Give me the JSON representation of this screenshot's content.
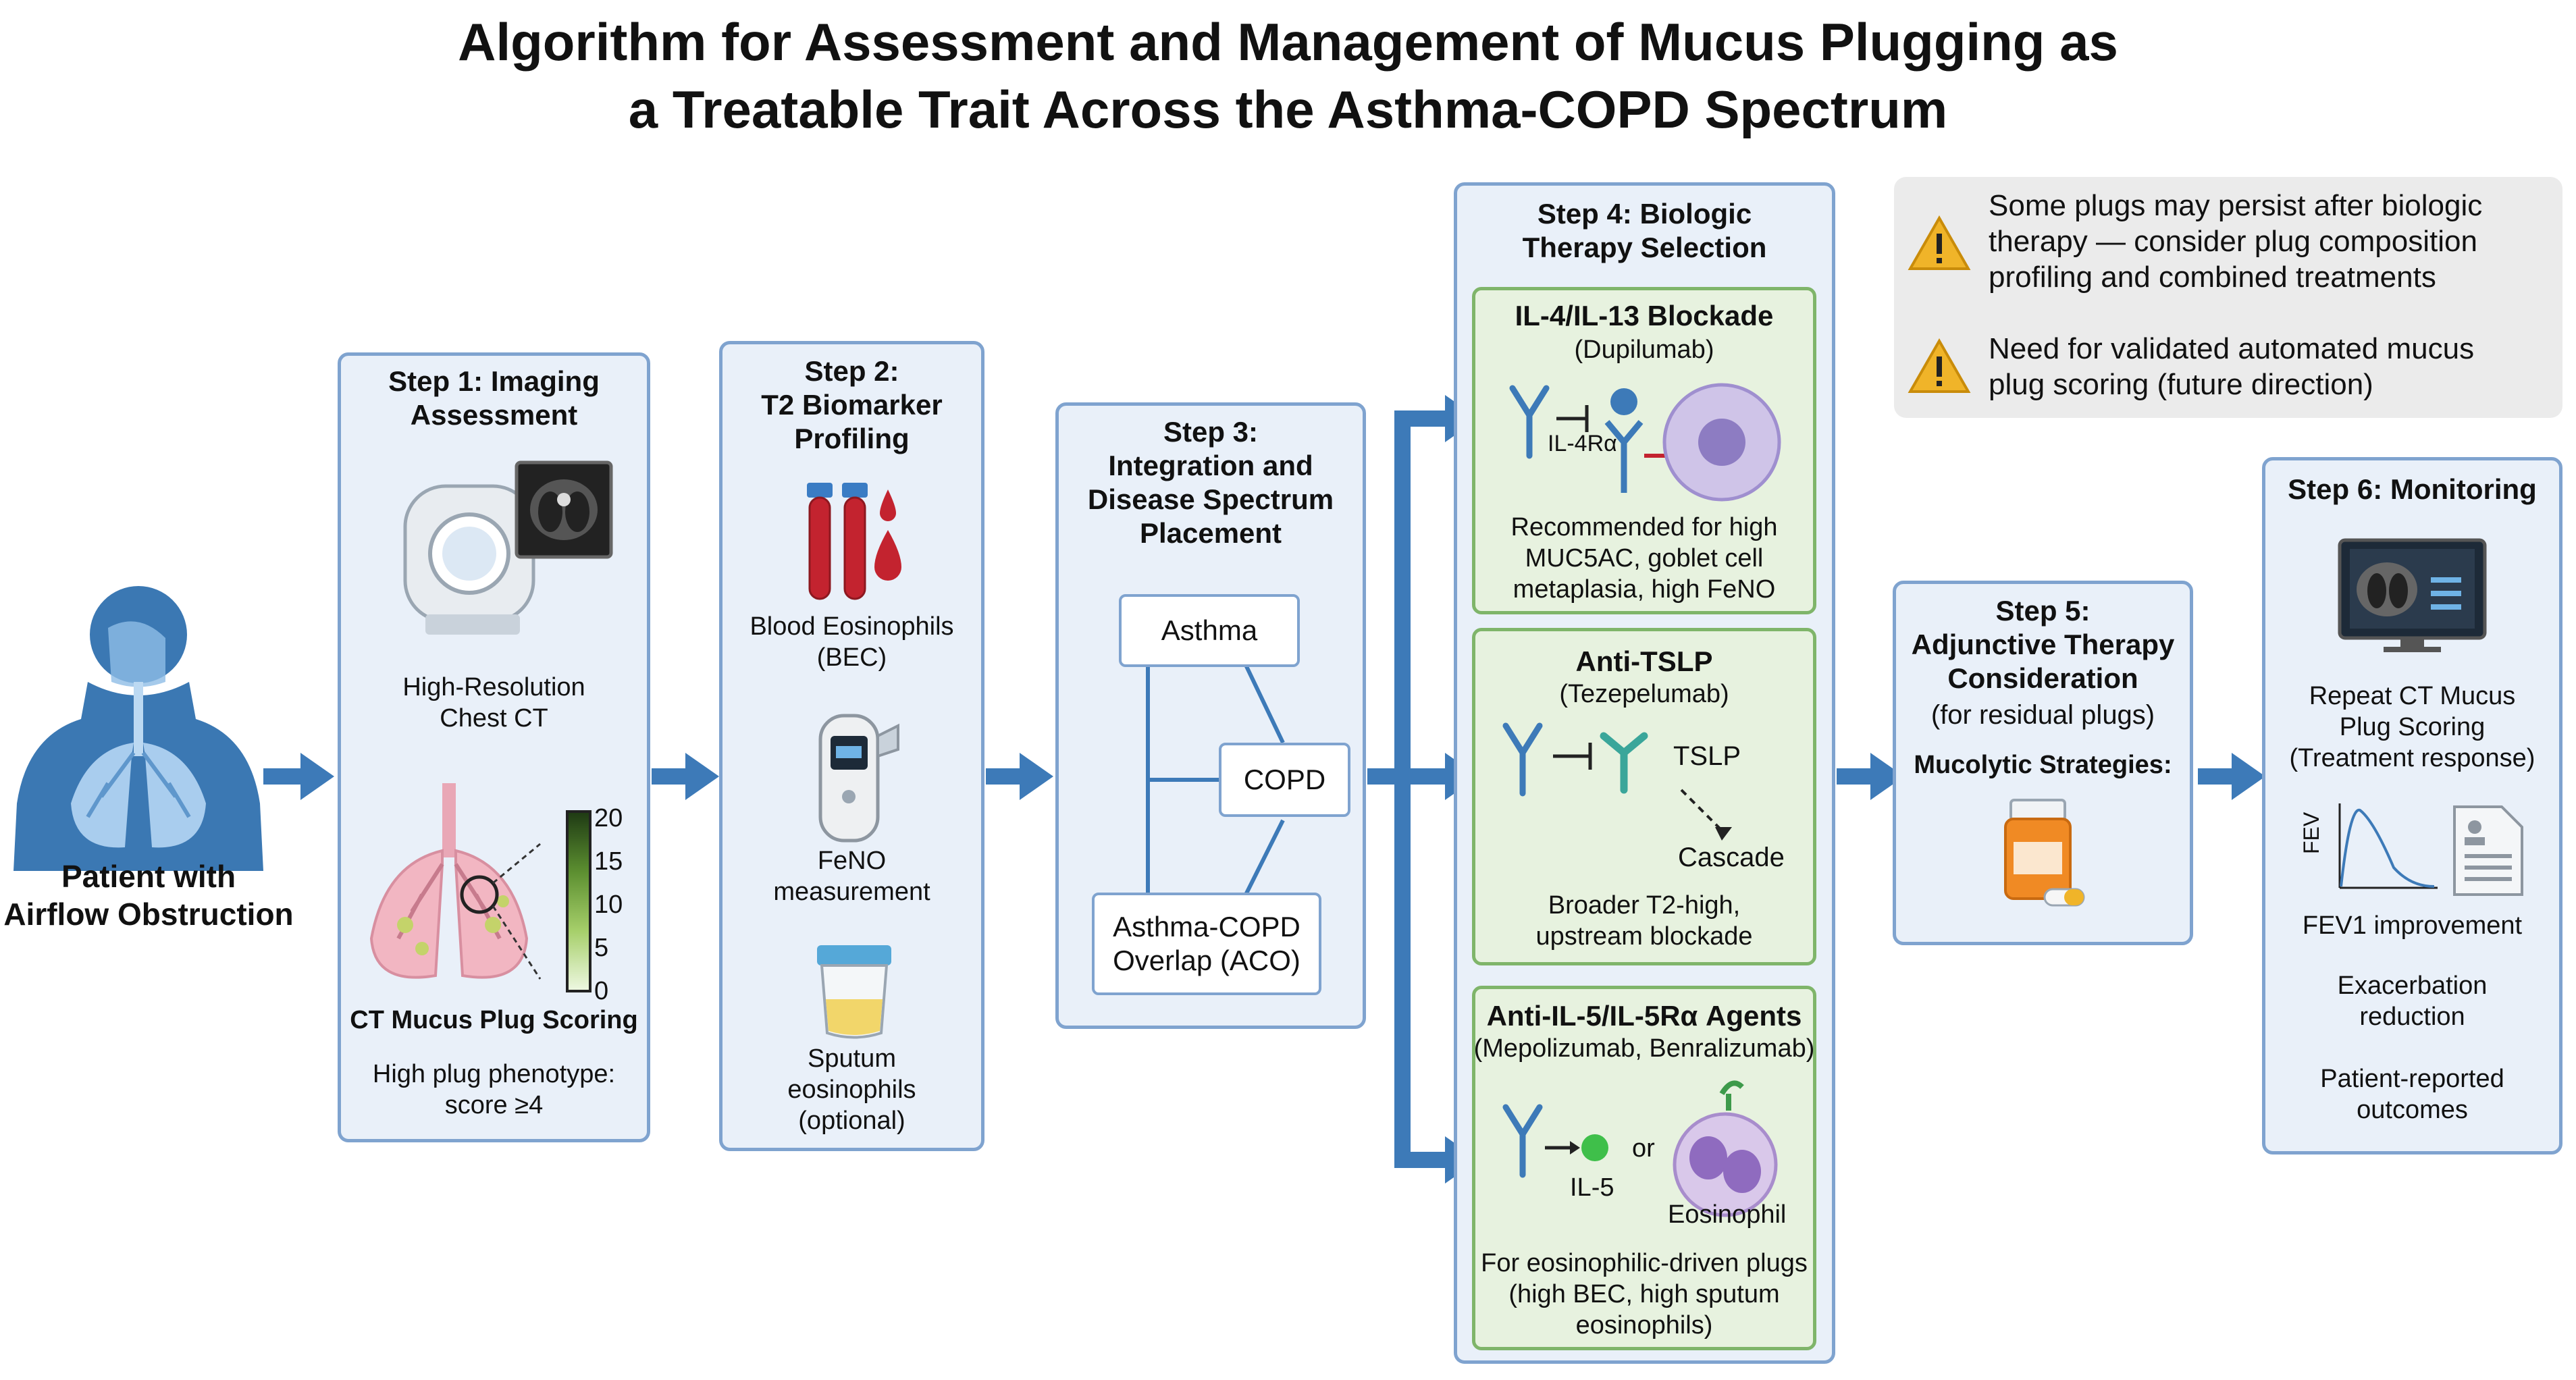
{
  "title": {
    "line1": "Algorithm for Assessment and Management of Mucus Plugging as",
    "line2": "a Treatable Trait Across the Asthma-COPD Spectrum"
  },
  "patient": {
    "line1": "Patient with",
    "line2": "Airflow Obstruction"
  },
  "step1": {
    "title_line1": "Step 1: Imaging",
    "title_line2": "Assessment",
    "ct_line1": "High-Resolution",
    "ct_line2": "Chest CT",
    "scale": [
      "20",
      "15",
      "10",
      "5",
      "0"
    ],
    "scoring_label": "CT Mucus Plug Scoring",
    "phenotype_line1": "High plug phenotype:",
    "phenotype_line2": "score ≥4"
  },
  "step2": {
    "title_line1": "Step 2:",
    "title_line2": "T2 Biomarker",
    "title_line3": "Profiling",
    "blood_line1": "Blood Eosinophils",
    "blood_line2": "(BEC)",
    "feno_line1": "FeNO",
    "feno_line2": "measurement",
    "sputum_line1": "Sputum",
    "sputum_line2": "eosinophils",
    "sputum_line3": "(optional)"
  },
  "step3": {
    "title_line1": "Step 3:",
    "title_line2": "Integration and",
    "title_line3": "Disease Spectrum",
    "title_line4": "Placement",
    "asthma": "Asthma",
    "copd": "COPD",
    "aco_line1": "Asthma-COPD",
    "aco_line2": "Overlap (ACO)"
  },
  "step4": {
    "title_line1": "Step 4: Biologic",
    "title_line2": "Therapy Selection",
    "il413": {
      "name": "IL-4/IL-13 Blockade",
      "drug": "(Dupilumab)",
      "receptor": "IL-4Rα",
      "desc_line1": "Recommended for high",
      "desc_line2": "MUC5AC, goblet cell",
      "desc_line3": "metaplasia, high FeNO"
    },
    "tslp": {
      "name": "Anti-TSLP",
      "drug": "(Tezepelumab)",
      "target": "TSLP",
      "cascade": "Cascade",
      "desc_line1": "Broader T2-high,",
      "desc_line2": "upstream blockade"
    },
    "il5": {
      "name": "Anti-IL-5/IL-5Rα Agents",
      "drug": "(Mepolizumab, Benralizumab)",
      "cytokine": "IL-5",
      "or": "or",
      "cell": "Eosinophil",
      "desc_line1": "For eosinophilic-driven plugs",
      "desc_line2": "(high BEC, high sputum",
      "desc_line3": "eosinophils)"
    }
  },
  "notes": {
    "note1_line1": "Some plugs may persist after biologic",
    "note1_line2": "therapy — consider plug composition",
    "note1_line3": "profiling and combined treatments",
    "note2_line1": "Need for validated automated mucus",
    "note2_line2": "plug scoring (future direction)"
  },
  "step5": {
    "title_line1": "Step 5:",
    "title_line2": "Adjunctive Therapy",
    "title_line3": "Consideration",
    "sub": "(for residual plugs)",
    "mucolytic": "Mucolytic Strategies:"
  },
  "step6": {
    "title": "Step 6: Monitoring",
    "ct_line1": "Repeat CT Mucus",
    "ct_line2": "Plug Scoring",
    "ct_line3": "(Treatment response)",
    "fev_axis": "FEV",
    "fev_line": "FEV1 improvement",
    "exac_line1": "Exacerbation",
    "exac_line2": "reduction",
    "pro_line1": "Patient-reported",
    "pro_line2": "outcomes"
  },
  "colors": {
    "box_fill": "#e9f0f9",
    "box_border": "#7fa3cf",
    "green_fill": "#e7f2df",
    "green_border": "#7fb56a",
    "arrow": "#3d7ab8",
    "note_fill": "#ebebeb",
    "warning": "#f0b429"
  }
}
